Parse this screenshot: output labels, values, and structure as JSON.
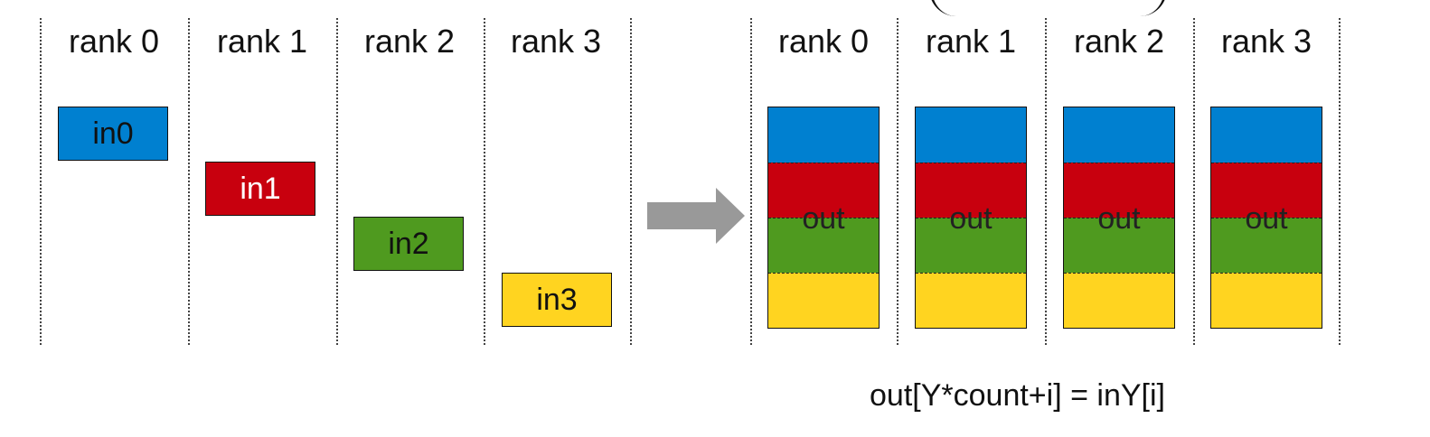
{
  "left_panel": {
    "rank_labels": [
      "rank 0",
      "rank 1",
      "rank 2",
      "rank 3"
    ],
    "inputs": [
      {
        "label": "in0",
        "color": "#0080d0",
        "text_color": "#111111"
      },
      {
        "label": "in1",
        "color": "#c8000e",
        "text_color": "#ffffff"
      },
      {
        "label": "in2",
        "color": "#4f9a1f",
        "text_color": "#111111"
      },
      {
        "label": "in3",
        "color": "#ffd420",
        "text_color": "#111111"
      }
    ]
  },
  "arrow": {
    "color": "#999999"
  },
  "right_panel": {
    "rank_labels": [
      "rank 0",
      "rank 1",
      "rank 2",
      "rank 3"
    ],
    "output_label": "out",
    "segment_colors": [
      "#0080d0",
      "#c8000e",
      "#4f9a1f",
      "#ffd420"
    ]
  },
  "formula": "out[Y*count+i] = inY[i]"
}
